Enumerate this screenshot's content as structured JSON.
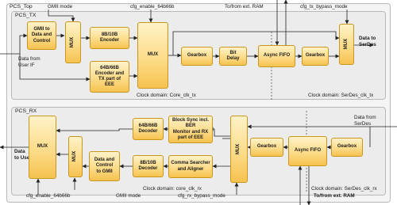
{
  "top": {
    "pcs_top": "PCS_Top",
    "gmii_mode": "GMII mode",
    "cfg_enable": "cfg_enable_64b66b",
    "to_from_ram": "To/from ext. RAM",
    "cfg_tx_bypass": "cfg_tx_bypass_mode"
  },
  "tx": {
    "title": "PCS_TX",
    "data_from_user": "Data from\nUser IF",
    "data_to_serdes": "Data to\nSerDes",
    "clock_core": "Clock domain: Core_clk_tx",
    "clock_serdes": "Clock domain: SerDes_clk_tx",
    "blocks": {
      "gmii": "GMII to\nData and\nControl",
      "mux1": "MUX",
      "enc8b": "8B/10B\nEncoder",
      "enc64": "64B/66B\nEncoder and\nTX part of\nEEE",
      "mux2": "MUX",
      "gearbox1": "Gearbox",
      "bitdelay": "Bit\nDelay",
      "fifo": "Async FIFO",
      "gearbox2": "Gearbox",
      "mux3": "MUX"
    }
  },
  "rx": {
    "title": "PCS_RX",
    "data_from_serdes": "Data from\nSerDes",
    "data_to_user": "Data\nto User IF",
    "clock_core": "Clock domain: core_clk_rx",
    "clock_serdes": "Clock domain: SerDes_clk_rx",
    "blocks": {
      "mux_big": "MUX",
      "mux_small": "MUX",
      "dec64": "64B/66B\nDecoder",
      "dec8b": "8B/10B\nDecoder",
      "gmii": "Data and\nControl\nto GMII",
      "blocksync": "Block Sync incl. BER\nMonitor and RX\npart of EEE",
      "comma": "Comma Searcher\nand Aligner",
      "mux_right": "MUX",
      "gearbox1": "Gearbox",
      "fifo": "Async FIFO",
      "gearbox2": "Gearbox"
    }
  },
  "bottom": {
    "cfg_enable": "cfg_enable_64b66b",
    "gmii_mode": "GMII mode",
    "cfg_rx_bypass": "cfg_rx_bypass_mode",
    "to_from_ram": "To/from ext. RAM"
  },
  "colors": {
    "block_fill": "#fddc8a",
    "block_border": "#c9961f",
    "region_fill": "#ececec",
    "line": "#222222"
  }
}
